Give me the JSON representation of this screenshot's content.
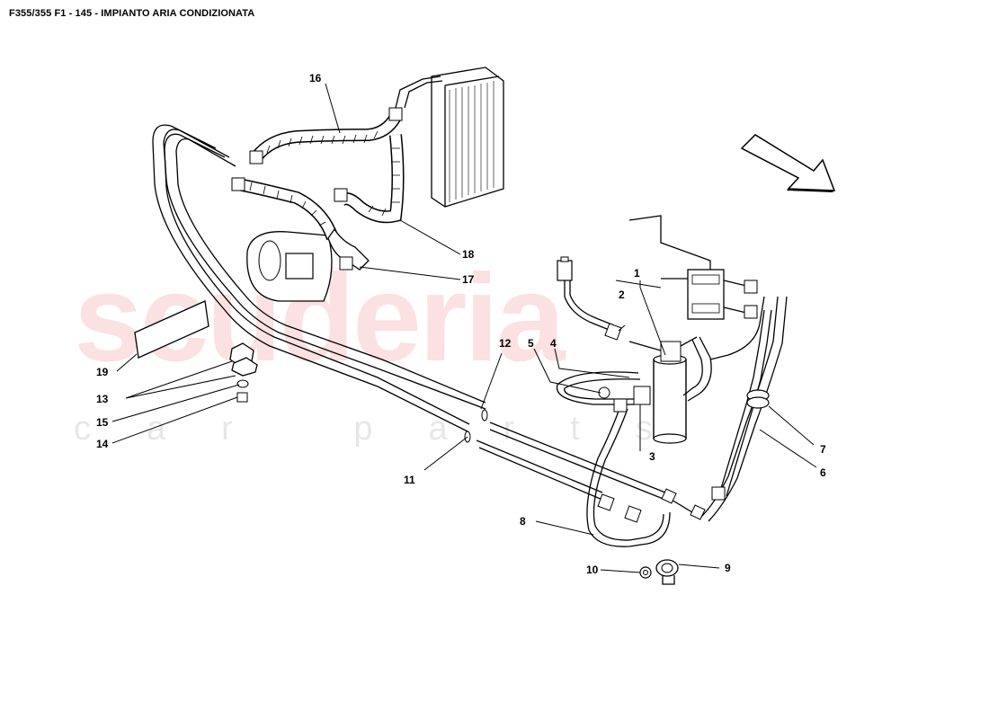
{
  "title": "F355/355 F1 - 145 - IMPIANTO ARIA CONDIZIONATA",
  "watermark": {
    "main": "scuderia",
    "sub": "car parts"
  },
  "callouts": [
    "1",
    "2",
    "3",
    "4",
    "5",
    "6",
    "7",
    "8",
    "9",
    "10",
    "11",
    "12",
    "13",
    "14",
    "15",
    "16",
    "17",
    "18",
    "19"
  ]
}
